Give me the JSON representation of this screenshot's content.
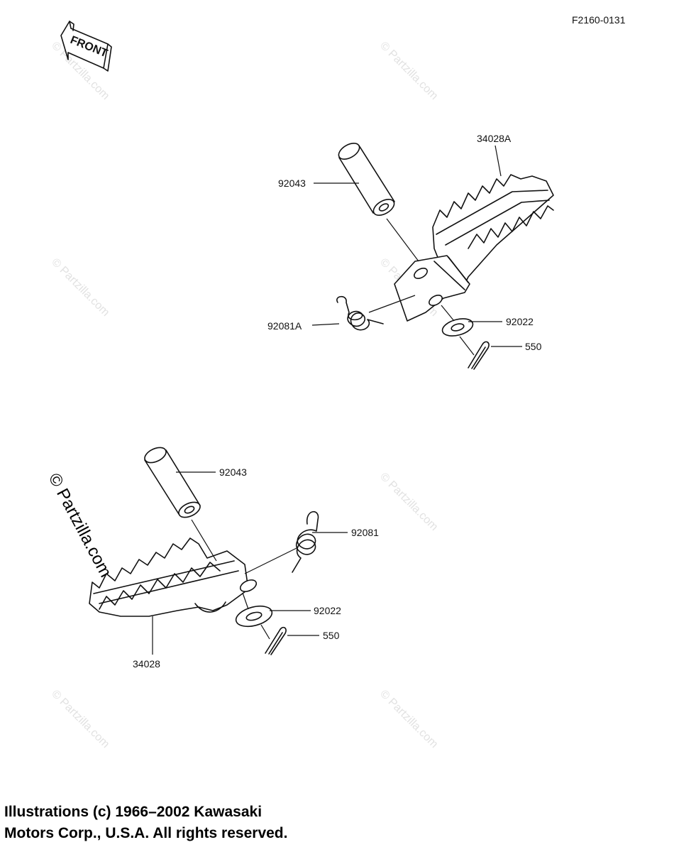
{
  "figure_code": "F2160-0131",
  "front_arrow": {
    "label": "FRONT",
    "icon": "front-arrow-icon"
  },
  "watermark": "© Partzilla.com",
  "upper_assembly": {
    "parts": [
      {
        "number": "34028A",
        "name": "footpeg"
      },
      {
        "number": "92043",
        "name": "pin"
      },
      {
        "number": "92081A",
        "name": "spring"
      },
      {
        "number": "92022",
        "name": "washer"
      },
      {
        "number": "550",
        "name": "cotter-pin"
      }
    ]
  },
  "lower_assembly": {
    "parts": [
      {
        "number": "92043",
        "name": "pin"
      },
      {
        "number": "92081",
        "name": "spring"
      },
      {
        "number": "92022",
        "name": "washer"
      },
      {
        "number": "550",
        "name": "cotter-pin"
      },
      {
        "number": "34028",
        "name": "footpeg"
      }
    ]
  },
  "copyright": {
    "line1": "Illustrations (c) 1966–2002 Kawasaki",
    "line2": "Motors Corp., U.S.A.  All rights reserved."
  },
  "colors": {
    "line": "#111111",
    "watermark": "#e2e2e2",
    "background": "#ffffff"
  }
}
